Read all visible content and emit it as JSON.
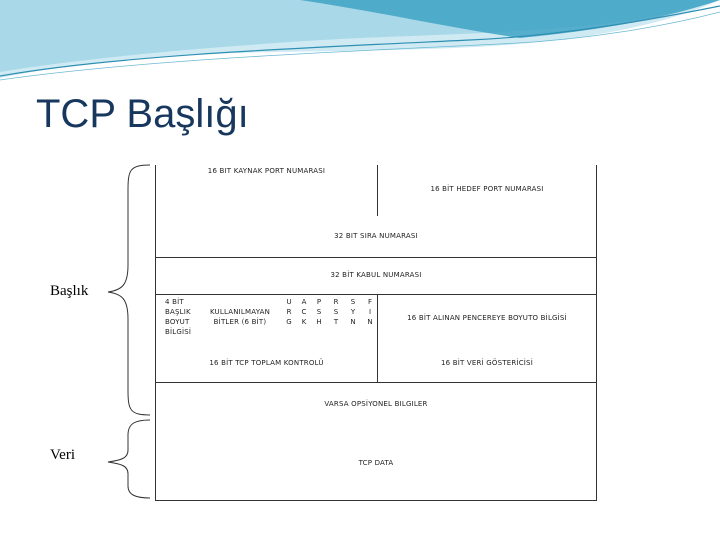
{
  "slide": {
    "title": "TCP Başlığı",
    "labels": {
      "header": "Başlık",
      "data": "Veri"
    }
  },
  "diagram": {
    "source_port": "16 BIT KAYNAK PORT NUMARASI",
    "dest_port": "16 BİT HEDEF PORT NUMARASI",
    "sequence": "32 BIT SIRA NUMARASI",
    "ack": "32 BİT KABUL NUMARASI",
    "header_len": [
      "4 BİT",
      "BAŞLIK",
      "BOYUT",
      "BİLGİSİ"
    ],
    "reserved": [
      "KULLANILMAYAN",
      "BİTLER (6 BİT)"
    ],
    "flags": [
      {
        "letters": [
          "U",
          "R",
          "G"
        ]
      },
      {
        "letters": [
          "A",
          "C",
          "K"
        ]
      },
      {
        "letters": [
          "P",
          "S",
          "H"
        ]
      },
      {
        "letters": [
          "R",
          "S",
          "T"
        ]
      },
      {
        "letters": [
          "S",
          "Y",
          "N"
        ]
      },
      {
        "letters": [
          "F",
          "I",
          "N"
        ]
      }
    ],
    "window": "16 BİT ALINAN PENCEREYE BOYUTO BİLGİSİ",
    "checksum": "16 BİT TCP TOPLAM KONTROLÜ",
    "urgent": "16 BİT VERİ GÖSTERİCİSİ",
    "options": "VARSA OPSİYONEL BILGILER",
    "data": "TCP DATA"
  },
  "colors": {
    "title": "#17375e",
    "swoosh_light": "#bfe3ef",
    "swoosh_dark": "#2e8fb3"
  }
}
